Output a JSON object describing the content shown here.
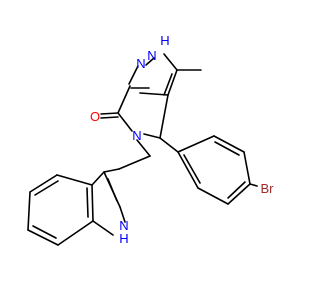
{
  "molecule": {
    "atoms": {
      "pyrazole_nh": "H",
      "pyrazole_nh_n": "N",
      "pyrazole_n": "N",
      "carbonyl_o": "O",
      "lactam_n": "N",
      "bromine": "Br",
      "indole_n": "N",
      "indole_nh_h": "H"
    }
  },
  "colors": {
    "bond": "#000000",
    "nitrogen": "#0000ff",
    "oxygen": "#ff0000",
    "bromine": "#a52a2a",
    "background": "#ffffff"
  }
}
